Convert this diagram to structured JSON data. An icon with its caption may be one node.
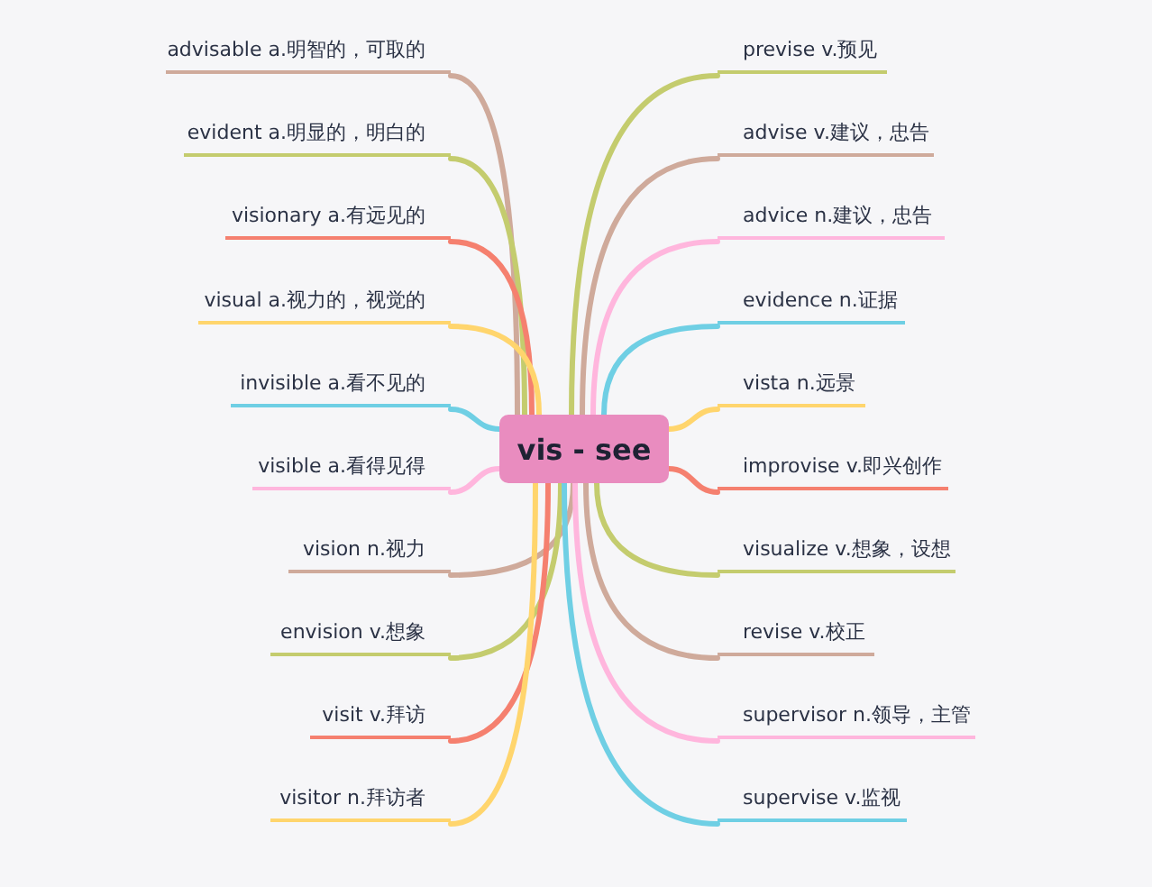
{
  "diagram": {
    "nodes": [
      {
        "text": [
          "vis - see"
        ]
      },
      {
        "text": [
          "advisable a.明智的，可取的"
        ]
      },
      {
        "text": [
          "evident a.明显的，明白的"
        ]
      },
      {
        "text": [
          "visionary a.有远见的"
        ]
      },
      {
        "text": [
          "visual a.视力的，视觉的"
        ]
      },
      {
        "text": [
          "invisible a.看不见的"
        ]
      },
      {
        "text": [
          "visible a.看得见得"
        ]
      },
      {
        "text": [
          "vision n.视力"
        ]
      },
      {
        "text": [
          "envision v.想象"
        ]
      },
      {
        "text": [
          "visit v.拜访"
        ]
      },
      {
        "text": [
          "visitor n.拜访者"
        ]
      },
      {
        "text": [
          "previse v.预见"
        ]
      },
      {
        "text": [
          "advise v.建议，忠告"
        ]
      },
      {
        "text": [
          "advice n.建议，忠告"
        ]
      },
      {
        "text": [
          "evidence n.证据"
        ]
      },
      {
        "text": [
          "vista n.远景"
        ]
      },
      {
        "text": [
          "improvise v.即兴创作"
        ]
      },
      {
        "text": [
          "visualize v.想象，设想"
        ]
      },
      {
        "text": [
          "revise v.校正"
        ]
      },
      {
        "text": [
          "supervisor n.领导，主管"
        ]
      },
      {
        "text": [
          "supervise v.监视"
        ]
      }
    ],
    "edges": [
      {
        "from": 0,
        "to": 1,
        "arrow": "none",
        "color": "#cfaa9b"
      },
      {
        "from": 0,
        "to": 2,
        "arrow": "none",
        "color": "#c4cc6e"
      },
      {
        "from": 0,
        "to": 3,
        "arrow": "none",
        "color": "#f5806f"
      },
      {
        "from": 0,
        "to": 4,
        "arrow": "none",
        "color": "#ffd56d"
      },
      {
        "from": 0,
        "to": 5,
        "arrow": "none",
        "color": "#6fcfe4"
      },
      {
        "from": 0,
        "to": 6,
        "arrow": "none",
        "color": "#ffb6dd"
      },
      {
        "from": 0,
        "to": 7,
        "arrow": "none",
        "color": "#cfaa9b"
      },
      {
        "from": 0,
        "to": 8,
        "arrow": "none",
        "color": "#c4cc6e"
      },
      {
        "from": 0,
        "to": 9,
        "arrow": "none",
        "color": "#f5806f"
      },
      {
        "from": 0,
        "to": 10,
        "arrow": "none",
        "color": "#ffd56d"
      },
      {
        "from": 0,
        "to": 11,
        "arrow": "none",
        "color": "#c4cc6e"
      },
      {
        "from": 0,
        "to": 12,
        "arrow": "none",
        "color": "#cfaa9b"
      },
      {
        "from": 0,
        "to": 13,
        "arrow": "none",
        "color": "#ffb6dd"
      },
      {
        "from": 0,
        "to": 14,
        "arrow": "none",
        "color": "#6fcfe4"
      },
      {
        "from": 0,
        "to": 15,
        "arrow": "none",
        "color": "#ffd56d"
      },
      {
        "from": 0,
        "to": 16,
        "arrow": "none",
        "color": "#f5806f"
      },
      {
        "from": 0,
        "to": 17,
        "arrow": "none",
        "color": "#c4cc6e"
      },
      {
        "from": 0,
        "to": 18,
        "arrow": "none",
        "color": "#cfaa9b"
      },
      {
        "from": 0,
        "to": 19,
        "arrow": "none",
        "color": "#ffb6dd"
      },
      {
        "from": 0,
        "to": 20,
        "arrow": "none",
        "color": "#6fcfe4"
      }
    ]
  }
}
